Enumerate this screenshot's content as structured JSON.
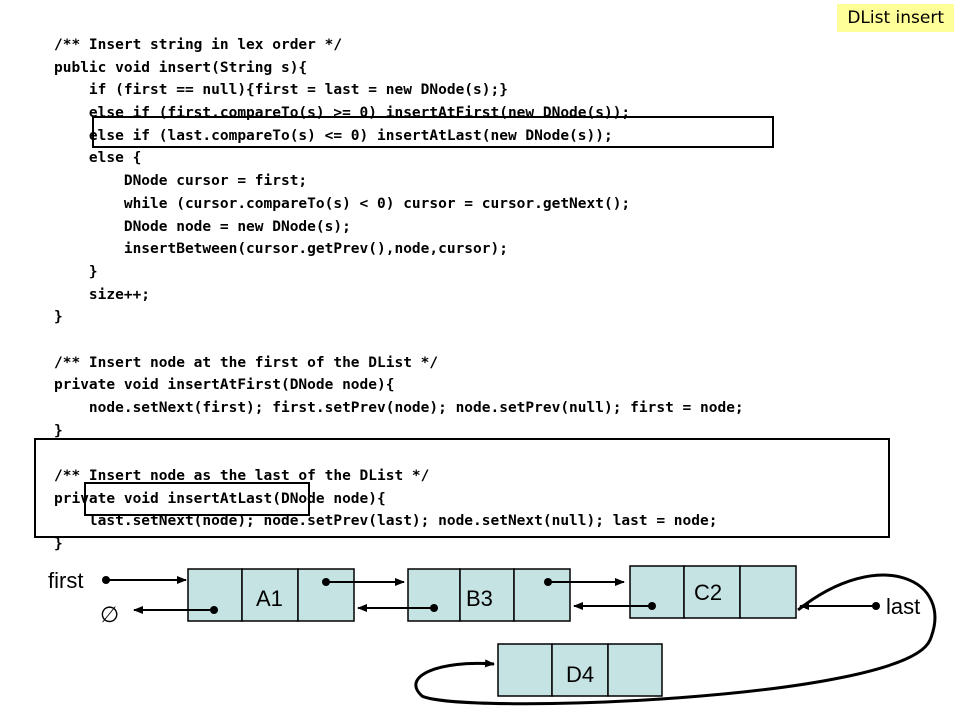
{
  "slide": {
    "title": "DList insert"
  },
  "code_lines": [
    "/** Insert string in lex order */",
    "public void insert(String s){",
    "    if (first == null){first = last = new DNode(s);}",
    "    else if (first.compareTo(s) >= 0) insertAtFirst(new DNode(s));",
    "    else if (last.compareTo(s) <= 0) insertAtLast(new DNode(s));",
    "    else {",
    "        DNode cursor = first;",
    "        while (cursor.compareTo(s) < 0) cursor = cursor.getNext();",
    "        DNode node = new DNode(s);",
    "        insertBetween(cursor.getPrev(),node,cursor);",
    "    }",
    "    size++;",
    "}",
    "",
    "/** Insert node at the first of the DList */",
    "private void insertAtFirst(DNode node){",
    "    node.setNext(first); first.setPrev(node); node.setPrev(null); first = node;",
    "}",
    "",
    "/** Insert node as the last of the DList */",
    "private void insertAtLast(DNode node){",
    "    last.setNext(node); node.setPrev(last); node.setNext(null); last = node;",
    "}"
  ],
  "diagram": {
    "first_label": "first",
    "last_label": "last",
    "null_symbol": "∅",
    "nodes": [
      {
        "id": "A1",
        "label": "A1"
      },
      {
        "id": "B3",
        "label": "B3"
      },
      {
        "id": "C2",
        "label": "C2"
      },
      {
        "id": "D4",
        "label": "D4"
      }
    ],
    "colors": {
      "node_fill": "#c6e3e3",
      "stroke": "#000000",
      "highlight_badge": "#ffff99"
    }
  }
}
